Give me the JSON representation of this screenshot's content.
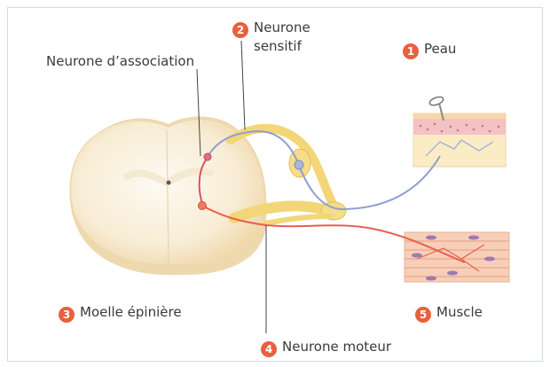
{
  "labels": {
    "peau": {
      "num": "1",
      "text": "Peau"
    },
    "sensitif": {
      "num": "2",
      "line1": "Neurone",
      "line2": "sensitif"
    },
    "moelle": {
      "num": "3",
      "text": "Moelle épinière"
    },
    "moteur": {
      "num": "4",
      "text": "Neurone moteur"
    },
    "muscle": {
      "num": "5",
      "text": "Muscle"
    },
    "association": {
      "text": "Neurone d’association"
    }
  },
  "colors": {
    "badge": "#e9603c",
    "sensory_neuron": "#8e9fd0",
    "motor_neuron": "#e8604c",
    "spinal_cord": "#f8ead0",
    "nerve": "#f6dc7e"
  }
}
